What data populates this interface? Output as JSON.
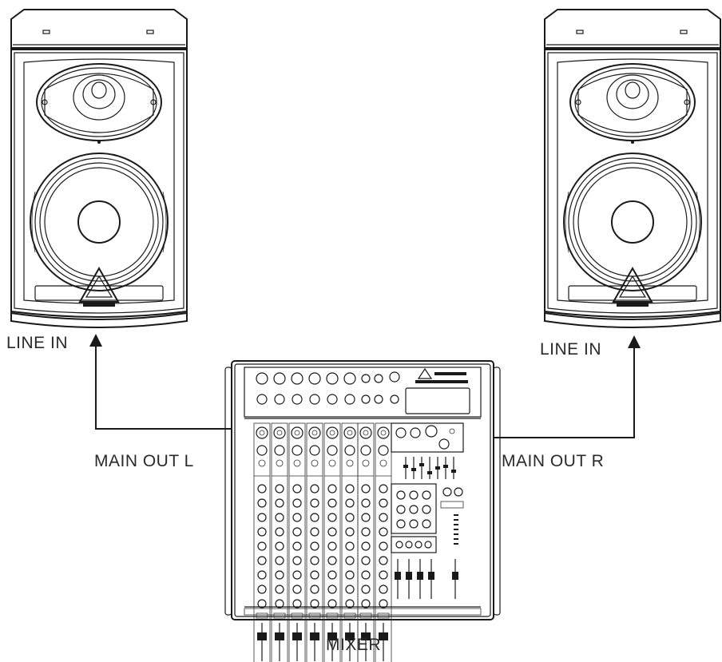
{
  "labels": {
    "line_in_left": "LINE IN",
    "line_in_right": "LINE IN",
    "main_out_left": "MAIN OUT L",
    "main_out_right": "MAIN OUT R",
    "mixer": "MIXER"
  },
  "colors": {
    "line": "#1a1a1a",
    "text": "#2a2a2a",
    "background": "#ffffff"
  }
}
